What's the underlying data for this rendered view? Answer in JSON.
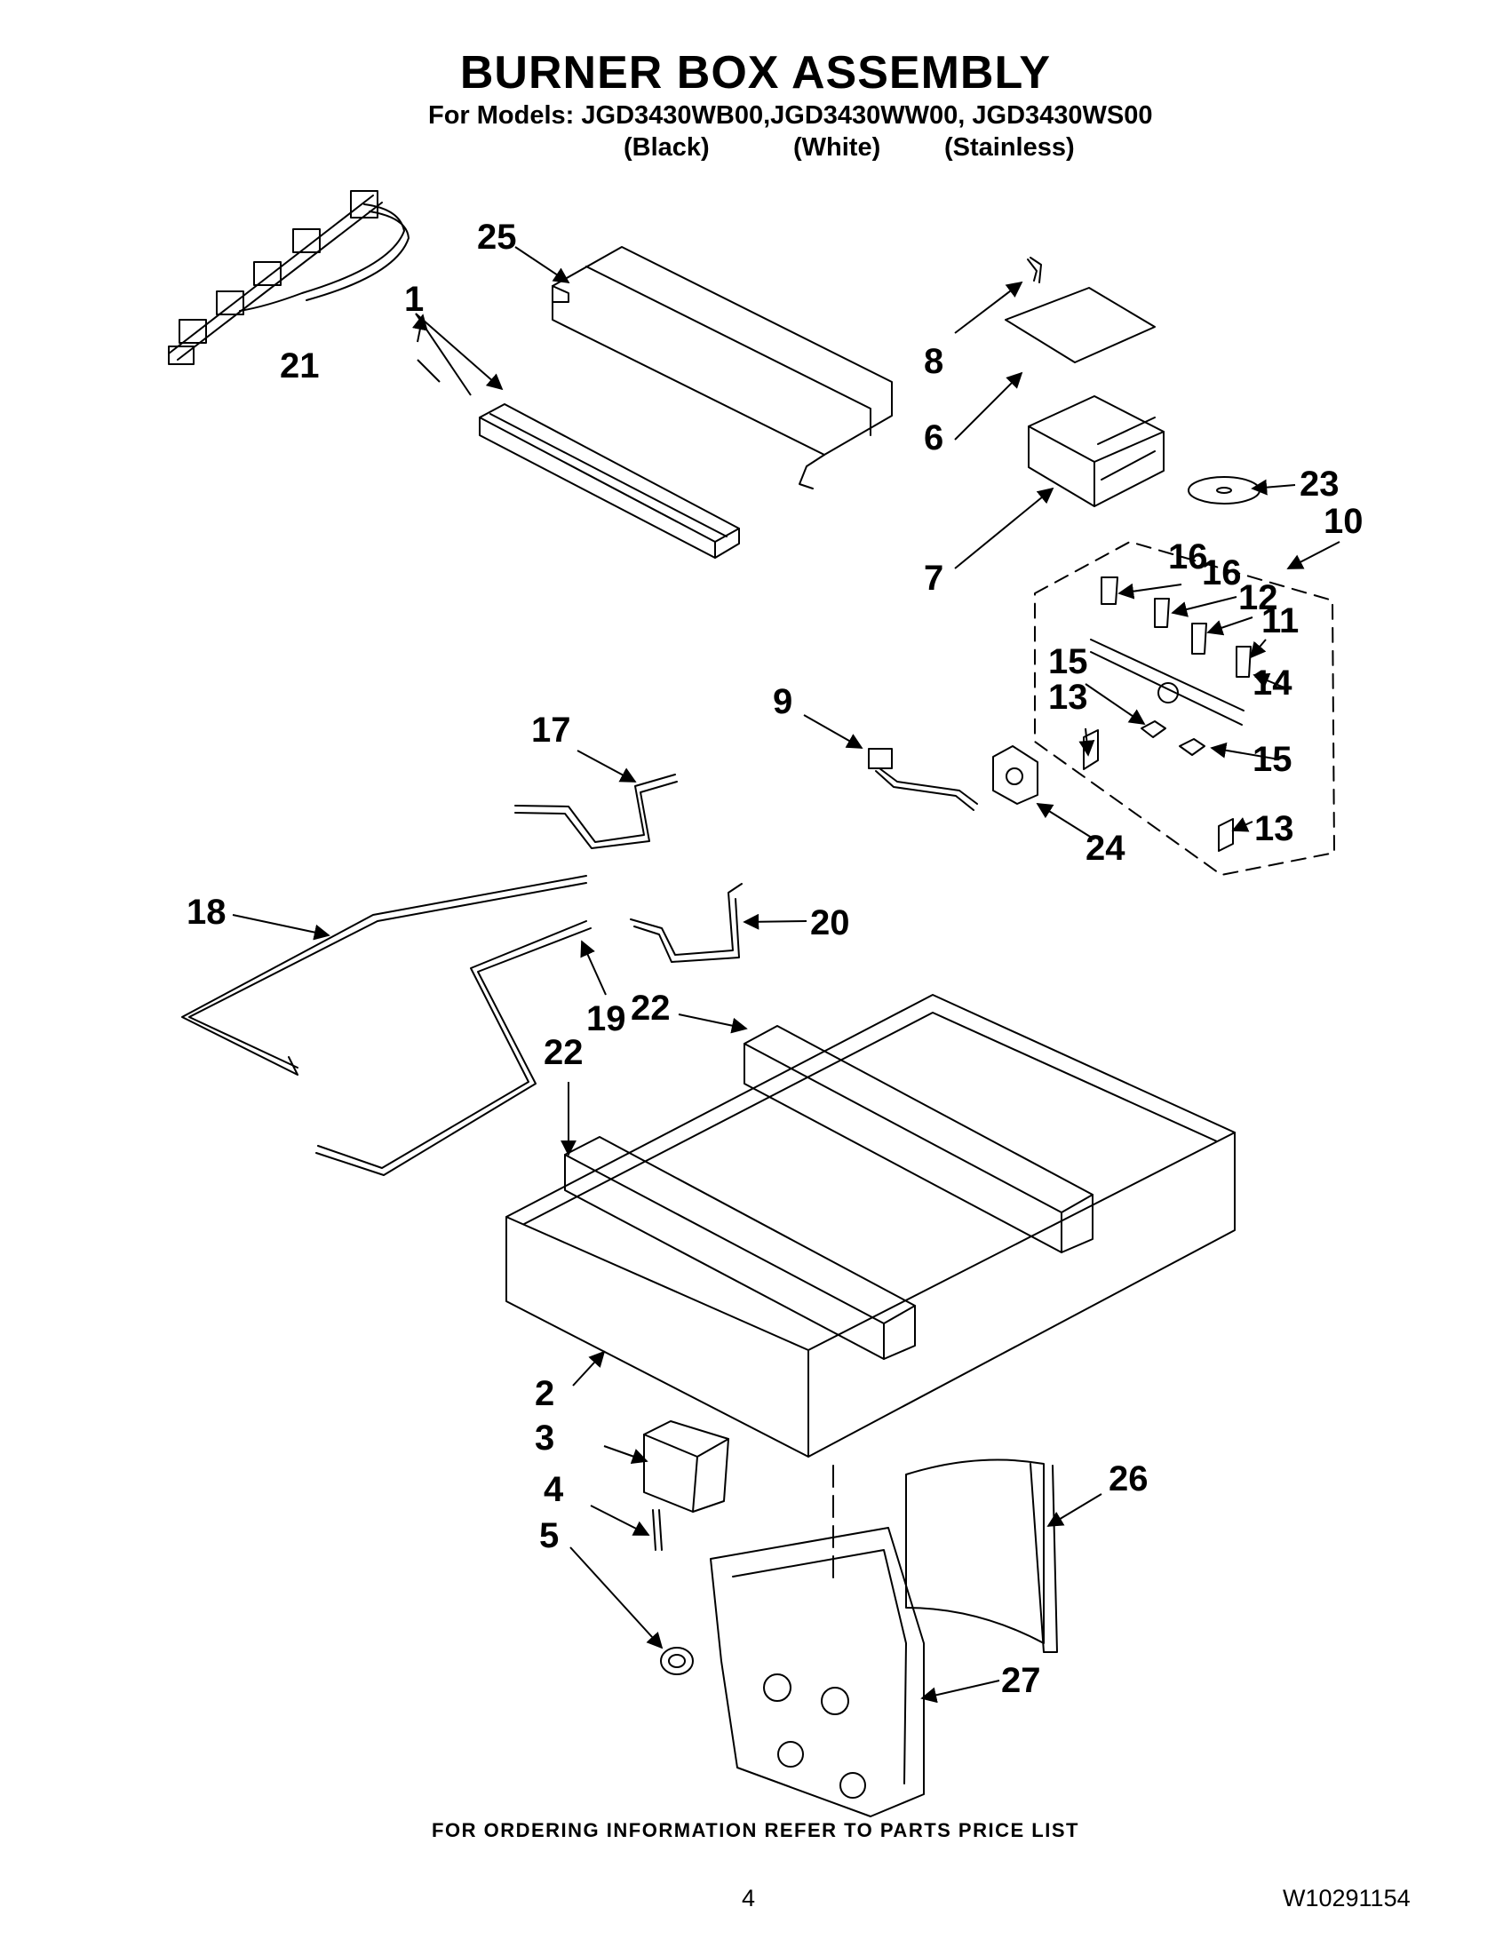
{
  "title": "BURNER BOX ASSEMBLY",
  "models_line": "For Models: JGD3430WB00,JGD3430WW00, JGD3430WS00",
  "variants": [
    "(Black)",
    "(White)",
    "(Stainless)"
  ],
  "callouts": [
    "1",
    "2",
    "3",
    "4",
    "5",
    "6",
    "7",
    "8",
    "9",
    "10",
    "11",
    "12",
    "13",
    "13",
    "14",
    "15",
    "15",
    "16",
    "16",
    "17",
    "18",
    "19",
    "20",
    "21",
    "22",
    "22",
    "23",
    "24",
    "25",
    "26",
    "27"
  ],
  "footer": {
    "ordering_note": "FOR ORDERING INFORMATION REFER TO PARTS PRICE LIST",
    "page_number": "4",
    "document_number": "W10291154"
  }
}
